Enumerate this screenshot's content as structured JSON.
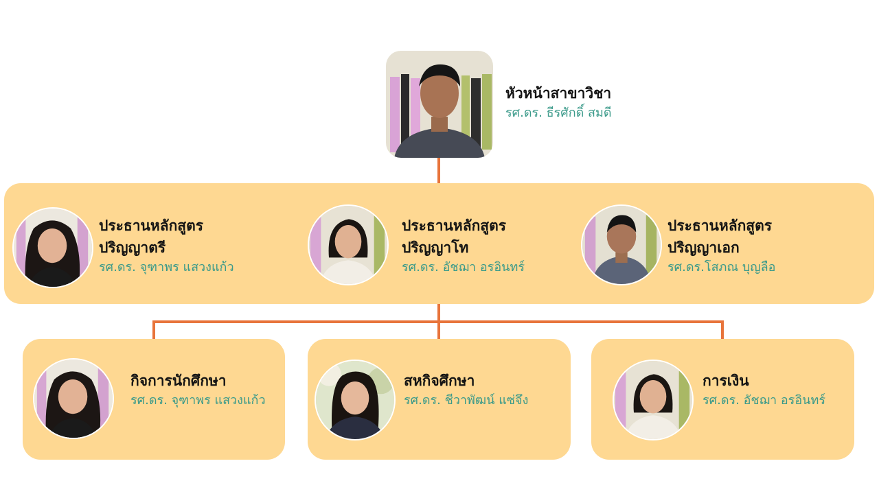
{
  "head": {
    "role": "หัวหน้าสาขาวิชา",
    "name": "รศ.ดร. ธีรศักดิ์ สมดี"
  },
  "program_chairs": [
    {
      "role_line1": "ประธานหลักสูตร",
      "role_line2": "ปริญญาตรี",
      "name": "รศ.ดร. จุฑาพร แสวงแก้ว"
    },
    {
      "role_line1": "ประธานหลักสูตร",
      "role_line2": "ปริญญาโท",
      "name": "รศ.ดร. อัชฌา อรอินทร์"
    },
    {
      "role_line1": "ประธานหลักสูตร",
      "role_line2": "ปริญญาเอก",
      "name": "รศ.ดร.โสภณ บุญลือ"
    }
  ],
  "units": [
    {
      "role": "กิจการนักศึกษา",
      "name": "รศ.ดร. จุฑาพร แสวงแก้ว"
    },
    {
      "role": "สหกิจศึกษา",
      "name": "รศ.ดร. ชีวาพัฒน์ แซ่จึง"
    },
    {
      "role": "การเงิน",
      "name": "รศ.ดร. อัชฌา อรอินทร์"
    }
  ],
  "colors": {
    "panel": "#fed892",
    "connector": "#e8743b",
    "name_text": "#3b9a8a",
    "role_text": "#141414"
  }
}
